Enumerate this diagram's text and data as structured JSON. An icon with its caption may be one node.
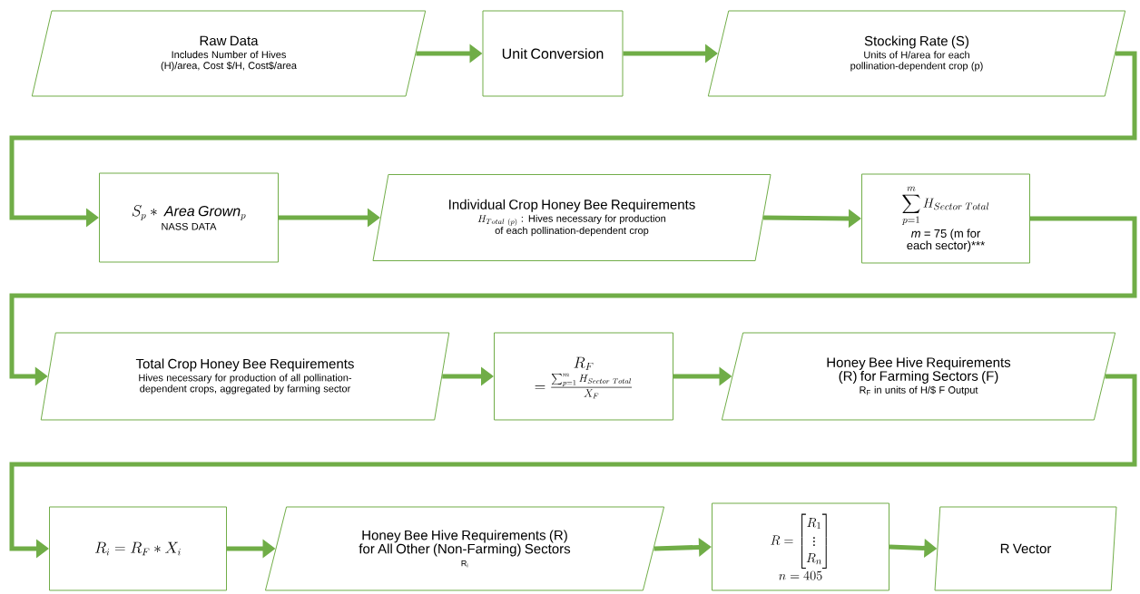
{
  "diagram": {
    "nodes": [
      {
        "text": [
          "Raw Data",
          "Includes Number of Hives (H)/area, Cost $/H, Cost$/area"
        ]
      },
      {
        "text": [
          "Unit Conversion"
        ]
      },
      {
        "text": [
          "Stocking Rate (S)",
          "Units of H/area for each pollination-dependent crop (p)"
        ]
      },
      {
        "text": [
          "S_p \\ast\\ \\mathit{Area\\ Grown}_p",
          "NASS DATA"
        ]
      },
      {
        "text": [
          "Individual Crop Honey Bee Requirements",
          "H_{Total\\ (p)}",
          ": Hives necessary for production of each pollination-dependent crop"
        ]
      },
      {
        "text": [
          "\\sum_{p=1}^{m} H_{Sector\\ Total}",
          "*m* = 75 (m for each sector)***"
        ]
      },
      {
        "text": [
          "Total Crop Honey Bee Requirements",
          "Hives necessary for production of all pollination-dependent crops, aggregated by farming sector"
        ]
      },
      {
        "text": [
          "\\begin{array}{c} R_F \\\\ = \\frac{\\sum_{p=1}^{m} H_{Sector\\ Total}}{X_F} \\end{array}"
        ]
      },
      {
        "text": [
          "Honey Bee Hive Requirements (R) for Farming Sectors (F)",
          "R$_{F}$ in units of H/$ F Output"
        ]
      },
      {
        "text": [
          "R_i = R_F \\ast X_i"
        ]
      },
      {
        "text": [
          "Honey Bee Hive Requirements (R) for All Other (Non-Farming) Sectors",
          "R$_{i}$"
        ]
      },
      {
        "text": [
          "R = \\begin{bmatrix} R_1 \\\\ \\vdots \\\\ R_n \\end{bmatrix}",
          "n = 405"
        ]
      },
      {
        "text": [
          "R Vector"
        ]
      }
    ],
    "edges": [
      {
        "from": 0,
        "to": 1,
        "arrow": "to"
      },
      {
        "from": 1,
        "to": 2,
        "arrow": "to"
      },
      {
        "from": 2,
        "to": 3,
        "arrow": "to"
      },
      {
        "from": 3,
        "to": 4,
        "arrow": "to"
      },
      {
        "from": 4,
        "to": 5,
        "arrow": "to"
      },
      {
        "from": 5,
        "to": 6,
        "arrow": "to"
      },
      {
        "from": 6,
        "to": 7,
        "arrow": "to"
      },
      {
        "from": 7,
        "to": 8,
        "arrow": "to"
      },
      {
        "from": 8,
        "to": 9,
        "arrow": "to"
      },
      {
        "from": 9,
        "to": 10,
        "arrow": "to"
      },
      {
        "from": 10,
        "to": 11,
        "arrow": "to"
      },
      {
        "from": 11,
        "to": 12,
        "arrow": "to"
      }
    ]
  }
}
